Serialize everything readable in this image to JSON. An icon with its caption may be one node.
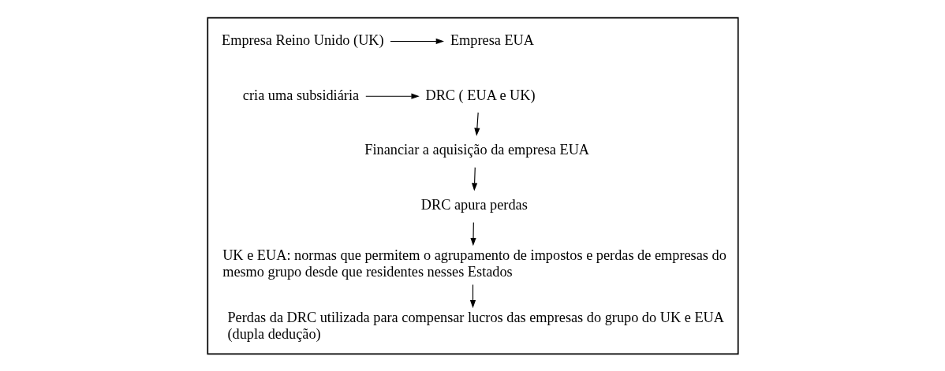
{
  "diagram": {
    "nodes": [
      {
        "text": [],
        "shape": "box"
      },
      {
        "text": [
          "Empresa Reino Unido (UK)"
        ],
        "in": 0
      },
      {
        "text": [
          "Empresa EUA"
        ],
        "in": 0
      },
      {
        "text": [
          "cria uma subsidiária"
        ],
        "in": 0
      },
      {
        "text": [
          "DRC ( EUA e UK)"
        ],
        "in": 0
      },
      {
        "text": [
          "Financiar a aquisição da empresa EUA"
        ],
        "in": 0
      },
      {
        "text": [
          "DRC apura perdas"
        ],
        "in": 0
      },
      {
        "text": [
          "UK e EUA: normas que permitem o agrupamento de impostos e perdas de empresas do mesmo grupo desde que residentes nesses Estados"
        ],
        "in": 0
      },
      {
        "text": [
          "Perdas da DRC utilizada para compensar lucros das empresas do grupo do UK e EUA (dupla dedução)"
        ],
        "in": 0
      }
    ],
    "edges": [
      {
        "from": 1,
        "to": 2,
        "arrow": "to"
      },
      {
        "from": 3,
        "to": 4,
        "arrow": "to"
      },
      {
        "from": 4,
        "to": 5,
        "arrow": "to"
      },
      {
        "from": 5,
        "to": 6,
        "arrow": "to"
      },
      {
        "from": 6,
        "to": 7,
        "arrow": "to"
      },
      {
        "from": 7,
        "to": 8,
        "arrow": "to"
      }
    ]
  }
}
